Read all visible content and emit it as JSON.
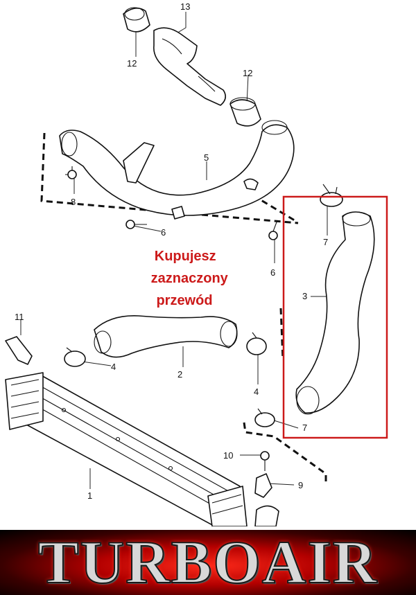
{
  "diagram": {
    "note_lines": [
      "Kupujesz",
      "zaznaczony",
      "przewód"
    ],
    "highlight_color": "#cc1a1a",
    "callouts": {
      "c1": "1",
      "c2": "2",
      "c3": "3",
      "c4a": "4",
      "c4b": "4",
      "c5": "5",
      "c6a": "6",
      "c6b": "6",
      "c7a": "7",
      "c7b": "7",
      "c8": "8",
      "c9": "9",
      "c10": "10",
      "c11": "11",
      "c12a": "12",
      "c12b": "12",
      "c13": "13"
    }
  },
  "banner": {
    "logo_text": "TURBOAIR",
    "logo_color": "#d8d8d8",
    "glow_color": "#ff2a1a"
  }
}
